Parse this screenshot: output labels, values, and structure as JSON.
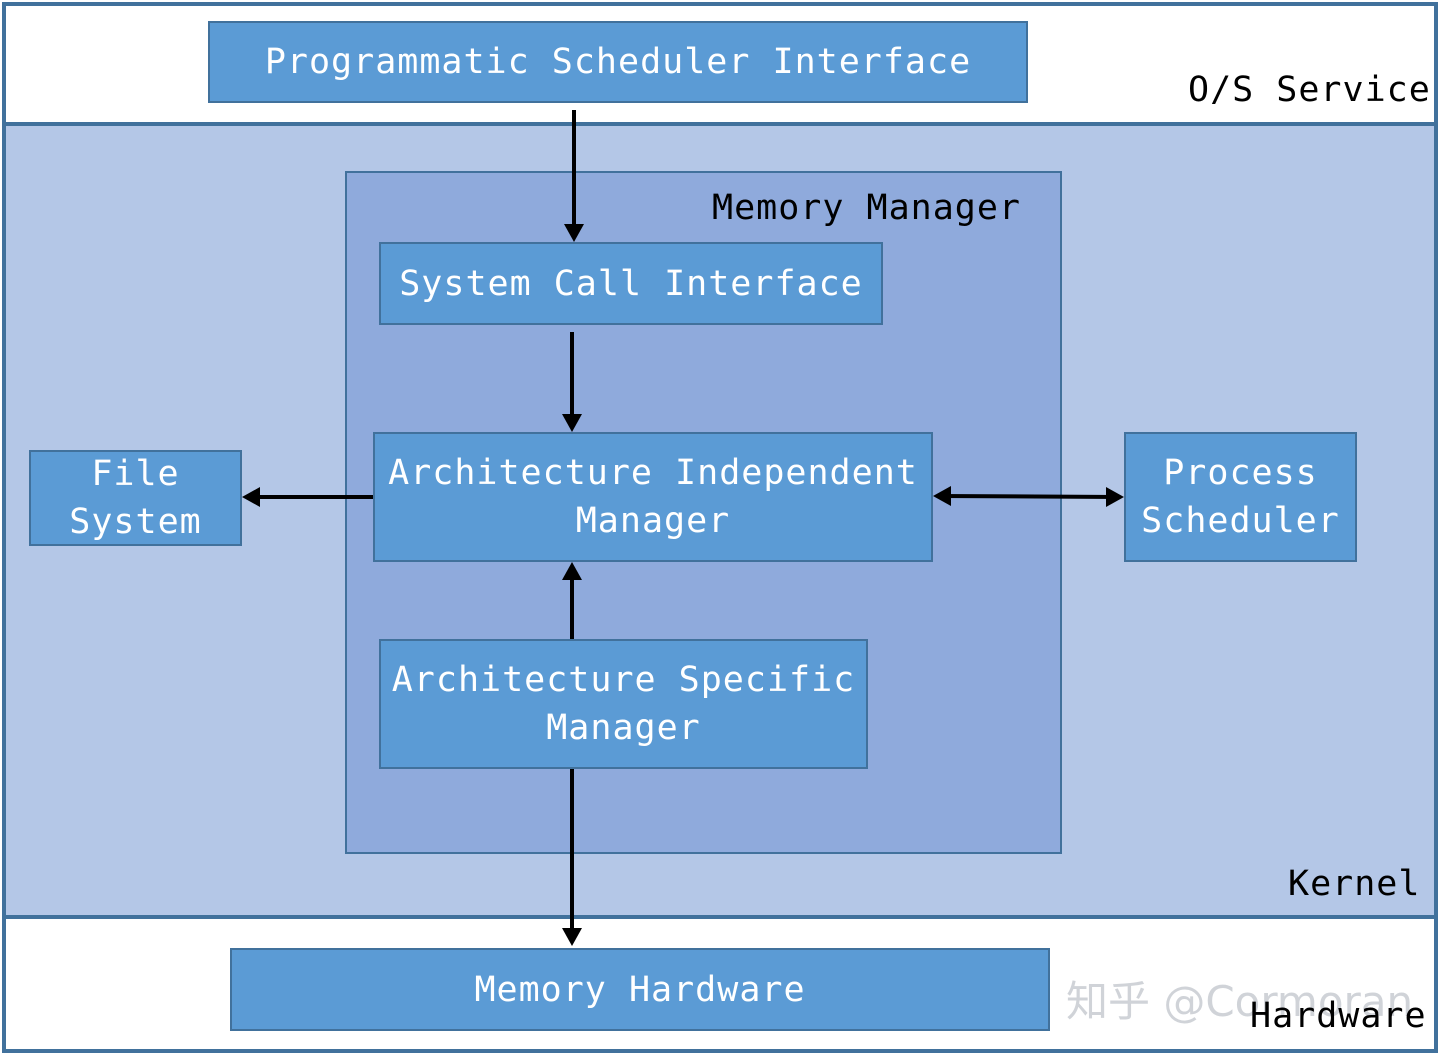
{
  "layers": {
    "os_service": "O/S Service",
    "kernel": "Kernel",
    "hardware": "Hardware"
  },
  "memory_manager": {
    "title": "Memory Manager"
  },
  "boxes": {
    "programmatic_scheduler_interface": "Programmatic Scheduler Interface",
    "system_call_interface": "System Call Interface",
    "architecture_independent_manager": [
      "Architecture Independent",
      "Manager"
    ],
    "architecture_specific_manager": [
      "Architecture Specific",
      "Manager"
    ],
    "file_system": [
      "File",
      "System"
    ],
    "process_scheduler": [
      "Process",
      "Scheduler"
    ],
    "memory_hardware": "Memory Hardware"
  },
  "watermark": "知乎 @Cormoran",
  "colors": {
    "box_fill": "#5b9bd5",
    "box_border": "#41719c",
    "kernel_fill": "#b4c7e7",
    "memory_manager_fill": "#8faadc",
    "arrow": "#000000"
  }
}
